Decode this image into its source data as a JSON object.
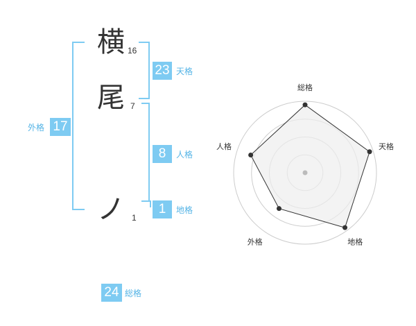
{
  "name": {
    "chars": [
      {
        "char": "横",
        "strokes": "16"
      },
      {
        "char": "尾",
        "strokes": "7"
      },
      {
        "char": "ノ",
        "strokes": "1"
      }
    ]
  },
  "kaku": {
    "tenkaku": {
      "value": "23",
      "label": "天格"
    },
    "jinkaku": {
      "value": "8",
      "label": "人格"
    },
    "chikaku": {
      "value": "1",
      "label": "地格"
    },
    "gaikaku": {
      "value": "17",
      "label": "外格"
    },
    "soukaku": {
      "value": "24",
      "label": "総格"
    }
  },
  "chart_data": {
    "type": "radar",
    "axes": [
      "総格",
      "天格",
      "地格",
      "外格",
      "人格"
    ],
    "values": [
      0.95,
      0.95,
      0.95,
      0.62,
      0.8
    ],
    "max": 1,
    "rings": 4,
    "colors": {
      "line": "#333333",
      "fill": "#eeeeee",
      "ring": "#cccccc",
      "center": "#bbbbbb"
    }
  }
}
